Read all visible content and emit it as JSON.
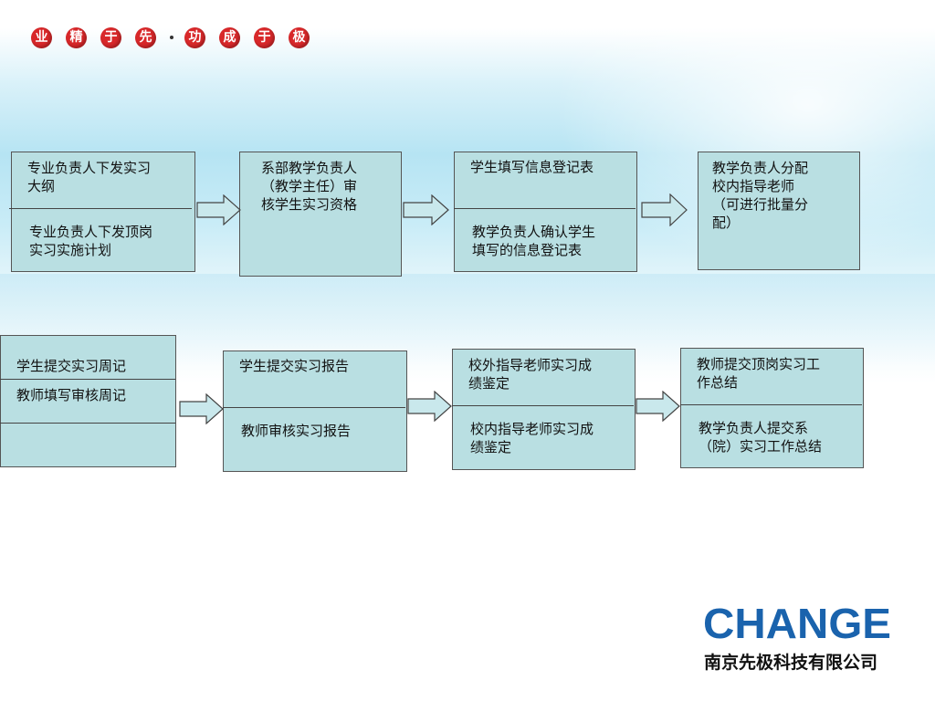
{
  "slogan": {
    "chars_left": [
      "业",
      "精",
      "于",
      "先"
    ],
    "chars_right": [
      "功",
      "成",
      "于",
      "极"
    ],
    "badge_color": "#d8282a"
  },
  "row1": {
    "box1": {
      "top": "专业负责人下发实习\n大纲",
      "bottom": "专业负责人下发顶岗\n实习实施计划"
    },
    "box2": {
      "text": "系部教学负责人\n（教学主任）审\n核学生实习资格"
    },
    "box3": {
      "top": "学生填写信息登记表",
      "bottom": "教学负责人确认学生\n填写的信息登记表"
    },
    "box4": {
      "text": "教学负责人分配\n校内指导老师\n（可进行批量分\n配）"
    }
  },
  "row2": {
    "box1": {
      "line1": "学生提交实习周记",
      "line2": "教师填写审核周记"
    },
    "box2": {
      "top": "学生提交实习报告",
      "bottom": "教师审核实习报告"
    },
    "box3": {
      "top": "校外指导老师实习成\n绩鉴定",
      "bottom": "校内指导老师实习成\n绩鉴定"
    },
    "box4": {
      "top": "教师提交顶岗实习工\n作总结",
      "bottom": "教学负责人提交系\n（院）实习工作总结"
    }
  },
  "logo": {
    "brand": "CHANGE",
    "company": "南京先极科技有限公司",
    "color": "#1a63ad"
  },
  "colors": {
    "box_fill": "#b9dfe2",
    "box_border": "#555555"
  }
}
